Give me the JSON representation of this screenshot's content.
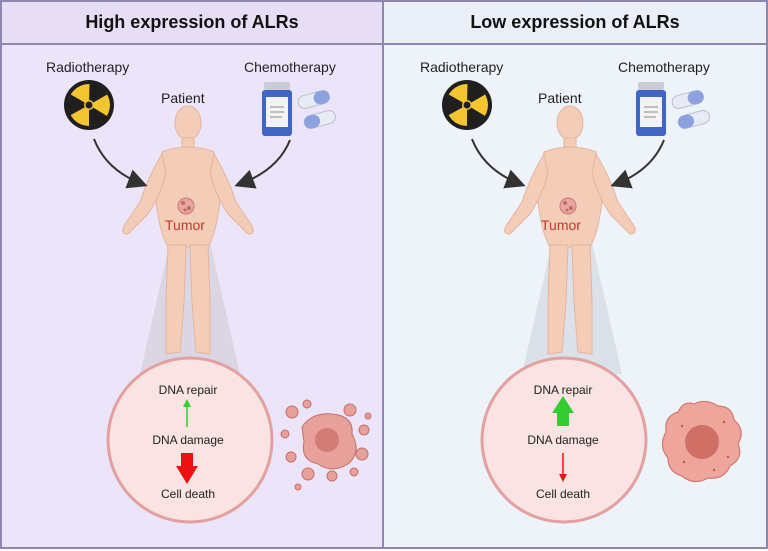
{
  "panels": [
    {
      "title": "High expression of ALRs",
      "radiotherapy": "Radiotherapy",
      "chemotherapy": "Chemotherapy",
      "patient": "Patient",
      "tumor": "Tumor",
      "dna_repair": "DNA repair",
      "dna_damage": "DNA damage",
      "cell_death": "Cell death"
    },
    {
      "title": "Low expression of ALRs",
      "radiotherapy": "Radiotherapy",
      "chemotherapy": "Chemotherapy",
      "patient": "Patient",
      "tumor": "Tumor",
      "dna_repair": "DNA repair",
      "dna_damage": "DNA damage",
      "cell_death": "Cell death"
    }
  ],
  "colors": {
    "left_bg": "#ece5f9",
    "right_bg": "#eef2f9",
    "border": "#8f86b0",
    "circle_fill": "#f9e3e3",
    "circle_stroke": "#e3a0a0",
    "tumor_red": "#c0392b",
    "up_green": "#33cc33",
    "down_red": "#ee1111"
  },
  "icons": [
    "radiation-icon",
    "pill-bottle-icon",
    "capsule-icon",
    "human-body-icon",
    "tumor-icon",
    "fragmented-cell-icon",
    "intact-cell-icon"
  ]
}
